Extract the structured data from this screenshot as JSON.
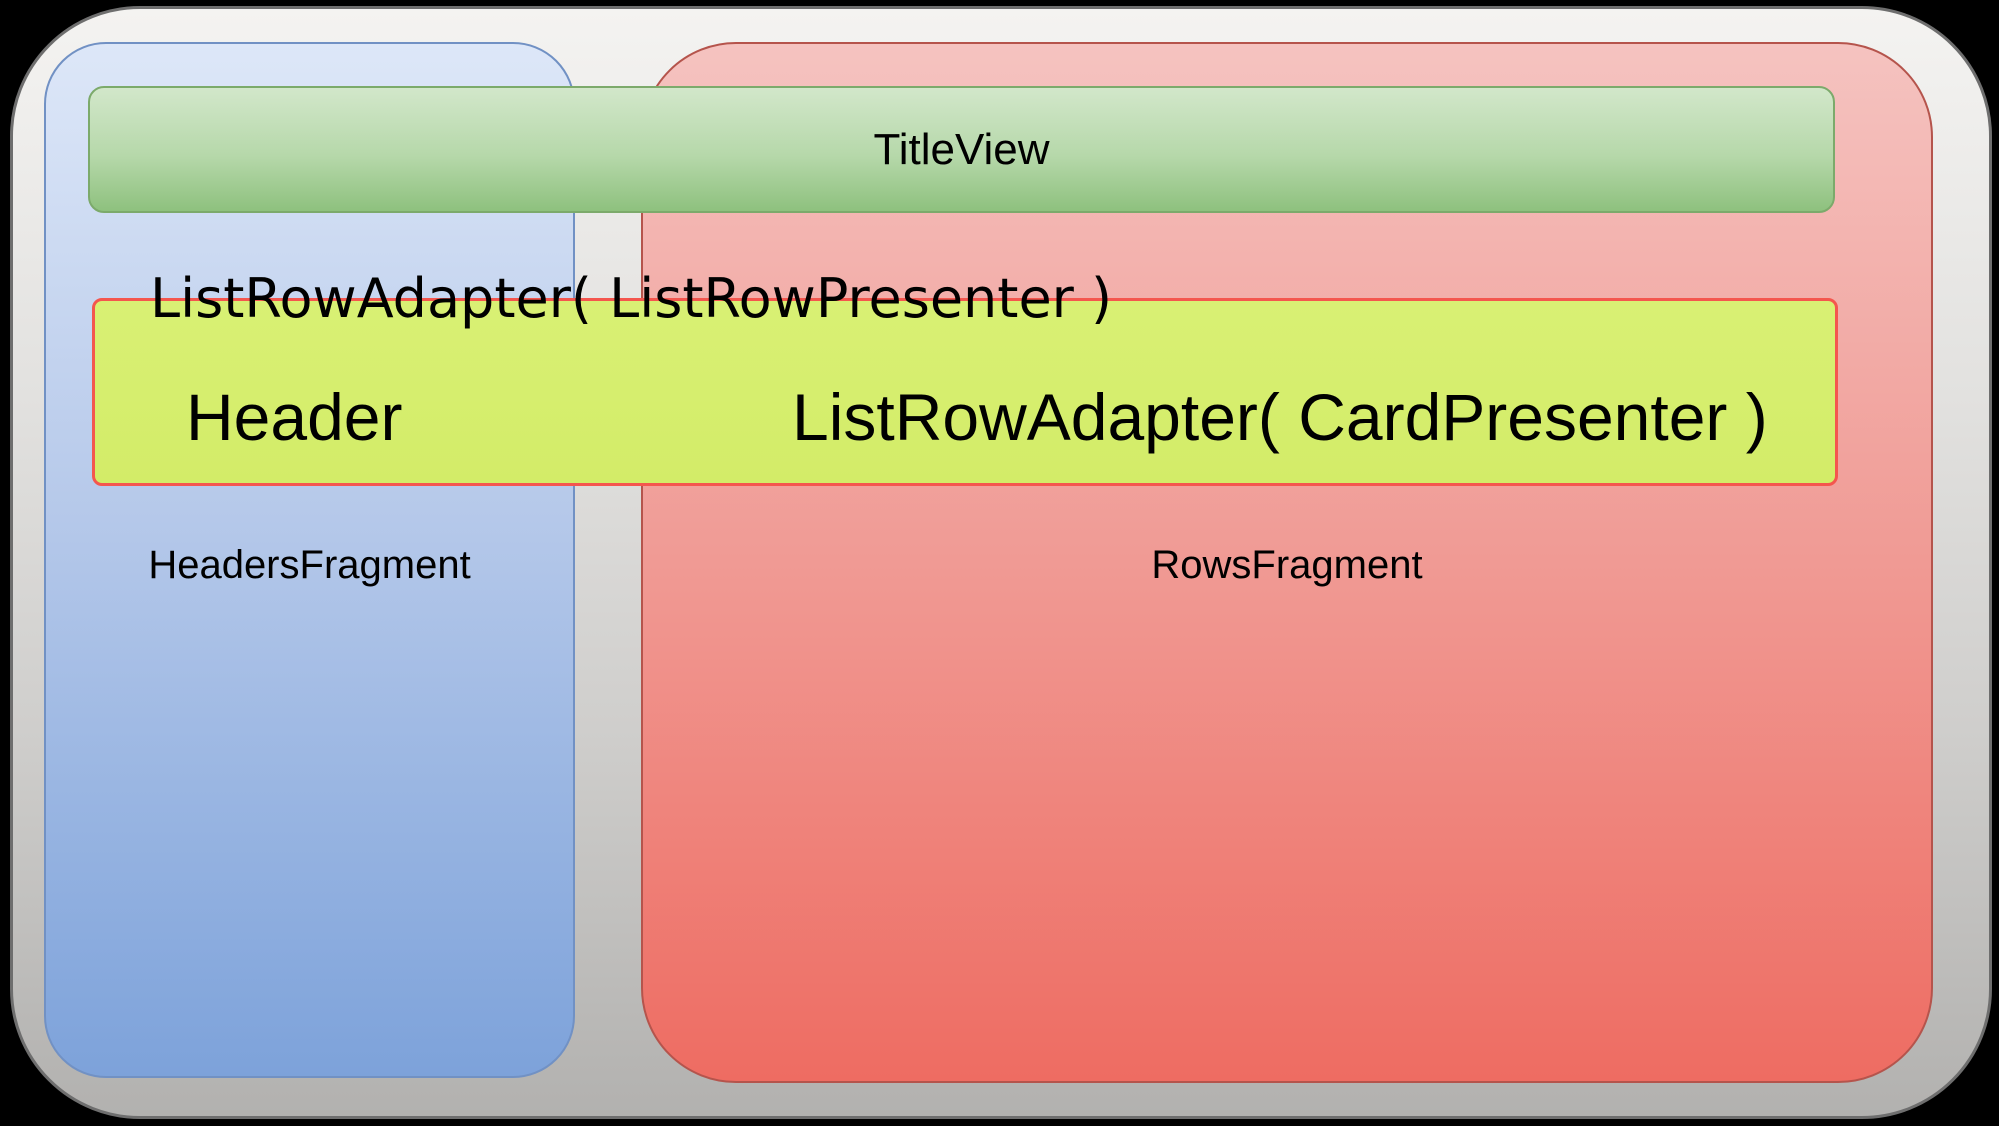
{
  "diagram": {
    "description": "Android Leanback BrowseFragment structure diagram",
    "background_color": "#000000",
    "frame": {
      "fill_top": "#f4f3f1",
      "fill_bottom": "#b2b1af",
      "border_color": "#6e6e6e"
    },
    "title_view": {
      "label": "TitleView",
      "fill_top": "#d2e7ca",
      "fill_bottom": "#8ec17e",
      "border_color": "#7caa6b"
    },
    "headers_fragment": {
      "label": "HeadersFragment",
      "fill_top": "#dde7f8",
      "fill_bottom": "#7da2da",
      "border_color": "#7191c4"
    },
    "rows_fragment": {
      "label": "RowsFragment",
      "fill_top": "#f5c3c0",
      "fill_bottom": "#ee6c62",
      "border_color": "#b5544c"
    },
    "list_row_adapter_presenter": {
      "label": "ListRowAdapter( ListRowPresenter )"
    },
    "header_row": {
      "header_label": "Header",
      "card_adapter_label": "ListRowAdapter( CardPresenter )",
      "fill": "#d5ed6c",
      "border_color": "#f4564e"
    }
  }
}
